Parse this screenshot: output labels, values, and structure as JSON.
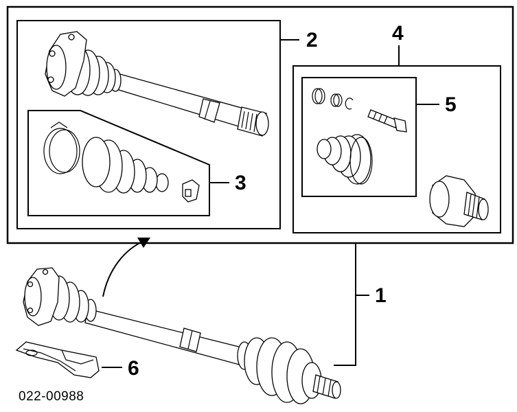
{
  "callouts": {
    "c1": "1",
    "c2": "2",
    "c3": "3",
    "c4": "4",
    "c5": "5",
    "c6": "6"
  },
  "diagram_code": "022-00988"
}
